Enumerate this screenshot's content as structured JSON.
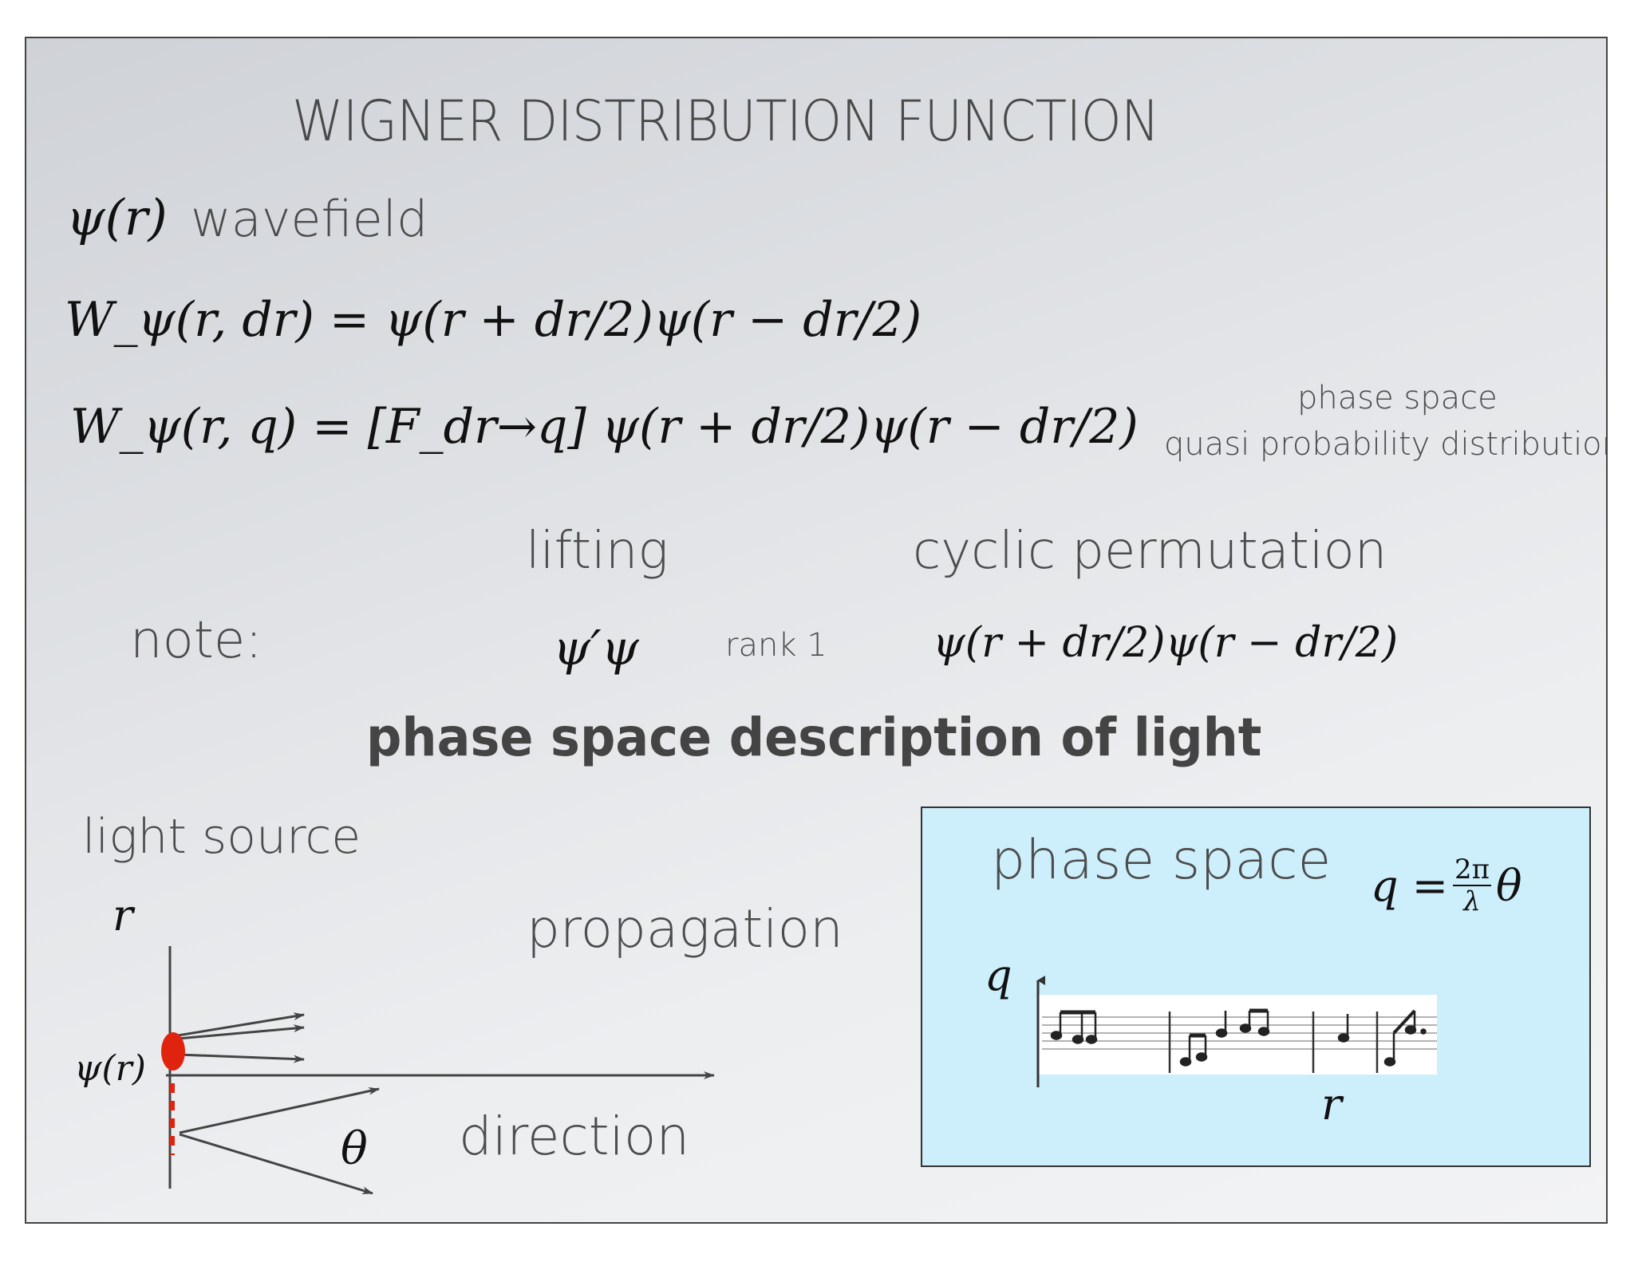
{
  "slide": {
    "title": "WIGNER DISTRIBUTION FUNCTION",
    "wavefield": {
      "symbol": "ψ(r)",
      "label": "wavefield"
    },
    "eq1": "W_ψ(r, dr) = ψ(r + dr/2)ψ(r − dr/2)",
    "eq2": "W_ψ(r, q) = [F_dr→q] ψ(r + dr/2)ψ(r − dr/2)",
    "phase_space_note": {
      "line1": "phase space",
      "line2": "quasi probability distribution"
    },
    "lifting_label": "lifting",
    "cyclic_label": "cyclic permutation",
    "note_label": "note:",
    "psi_prime_psi": "ψ′ψ",
    "rank_label": "rank 1",
    "cyclic_expr": "ψ(r + dr/2)ψ(r − dr/2)",
    "heading": "phase space description of light",
    "light_source_label": "light source",
    "propagation_label": "propagation",
    "direction_label": "direction",
    "diagram": {
      "r_label": "r",
      "psi_label": "ψ(r)",
      "theta_label": "θ"
    },
    "phase_box": {
      "title": "phase space",
      "formula": {
        "lhs": "q =",
        "num": "2π",
        "den": "λ",
        "rhs": "θ"
      },
      "q_axis": "q",
      "r_axis": "r"
    }
  },
  "colors": {
    "source_dot": "#e0230f",
    "box_fill": "#cdeefb",
    "text_gray": "#4c4c4c",
    "arrow": "#444444"
  }
}
